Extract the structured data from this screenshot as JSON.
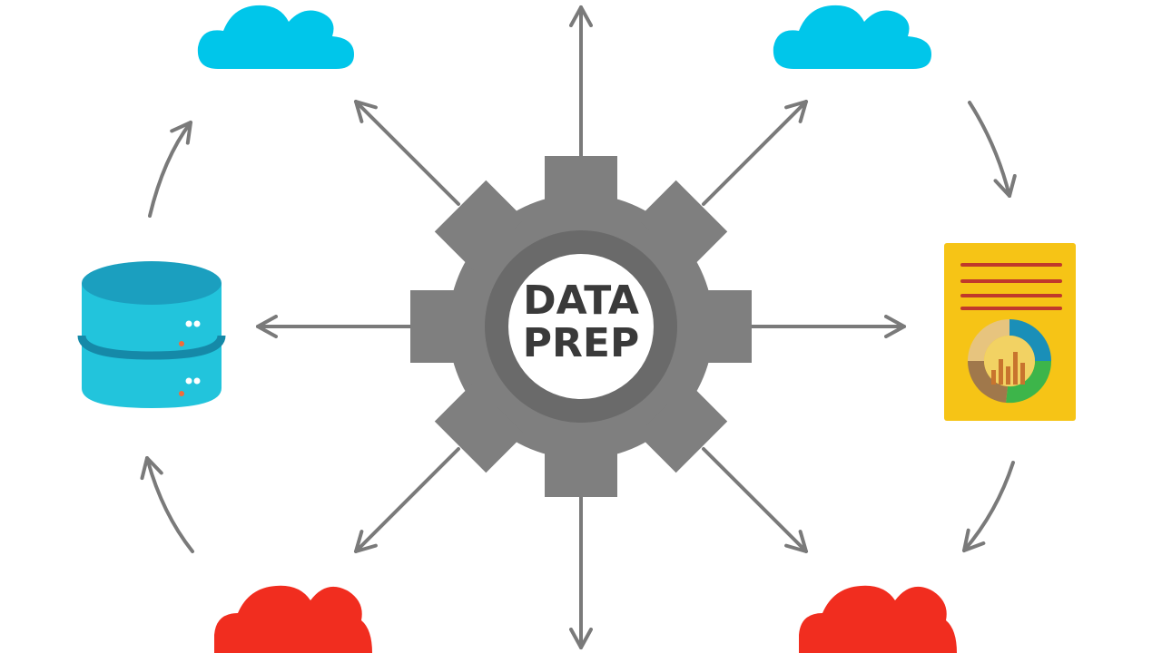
{
  "hub": {
    "line1": "DATA",
    "line2": "PREP",
    "icon": "gear-icon",
    "gear_color": "#7f7f7f",
    "inner_ring_color": "#6a6a6a",
    "text_color": "#3a3a3a"
  },
  "nodes": [
    {
      "id": "cloud-top-left",
      "icon": "cloud-icon",
      "color": "#00c6ea"
    },
    {
      "id": "cloud-top-right",
      "icon": "cloud-icon",
      "color": "#00c6ea"
    },
    {
      "id": "database",
      "icon": "database-icon",
      "color": "#22c4dc"
    },
    {
      "id": "report",
      "icon": "report-chart-icon",
      "color": "#f6c416"
    },
    {
      "id": "cloud-bottom-left",
      "icon": "cloud-icon",
      "color": "#f12d1f"
    },
    {
      "id": "cloud-bottom-right",
      "icon": "cloud-icon",
      "color": "#f12d1f"
    }
  ],
  "arrow_color": "#7a7a7a"
}
